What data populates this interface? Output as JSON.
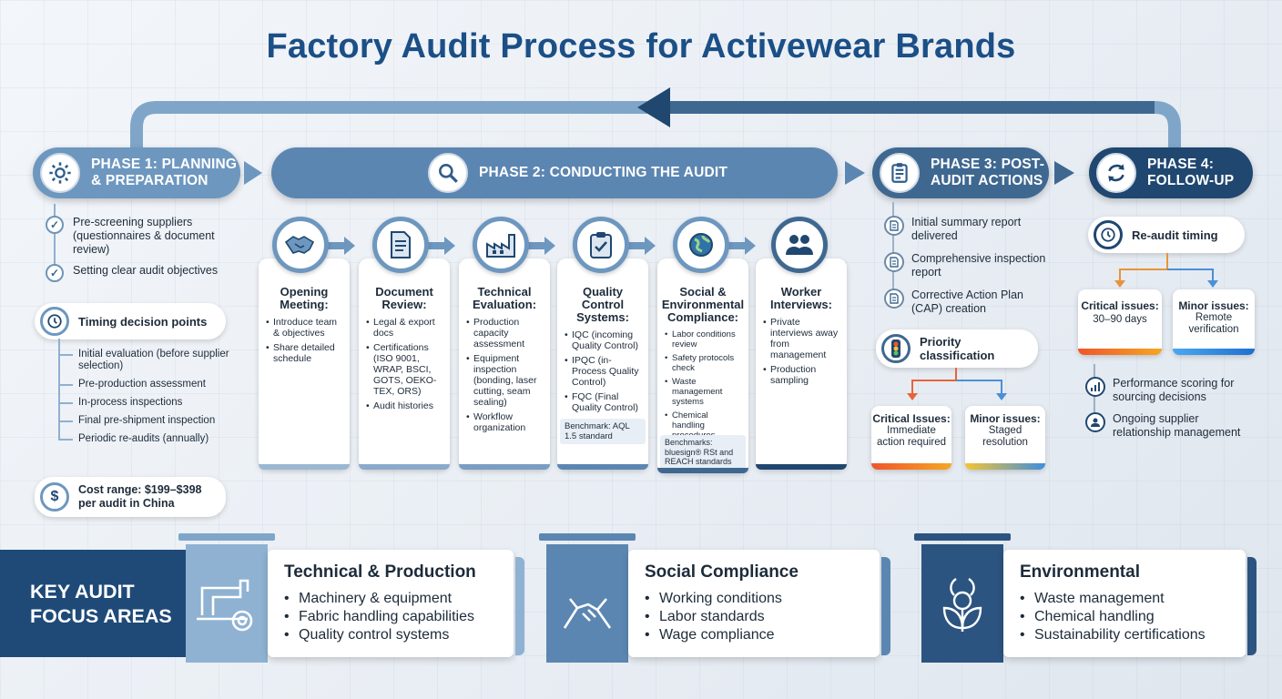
{
  "title": "Factory Audit Process for Activewear Brands",
  "phases": {
    "p1": "PHASE 1: PLANNING & PREPARATION",
    "p1_l1": "PHASE 1: PLANNING",
    "p1_l2": "& PREPARATION",
    "p2": "PHASE 2: CONDUCTING THE AUDIT",
    "p3_l1": "PHASE 3: POST-",
    "p3_l2": "AUDIT ACTIONS",
    "p4_l1": "PHASE 4:",
    "p4_l2": "FOLLOW-UP"
  },
  "phase1": {
    "checks": [
      "Pre-screening suppliers (questionnaires & document review)",
      "Setting clear audit objectives"
    ],
    "timing_title": "Timing decision points",
    "timing": [
      "Initial evaluation (before supplier selection)",
      "Pre-production assessment",
      "In-process inspections",
      "Final pre-shipment inspection",
      "Periodic re-audits (annually)"
    ],
    "cost": "Cost range: $199–$398 per audit in China"
  },
  "phase2": {
    "steps": [
      {
        "title": "Opening Meeting:",
        "items": [
          "Introduce team & objectives",
          "Share detailed schedule"
        ],
        "benchmark": ""
      },
      {
        "title": "Document Review:",
        "items": [
          "Legal & export docs",
          "Certifications (ISO 9001, WRAP, BSCI, GOTS, OEKO-TEX, ORS)",
          "Audit histories"
        ],
        "benchmark": ""
      },
      {
        "title": "Technical Evaluation:",
        "items": [
          "Production capacity assessment",
          "Equipment inspection (bonding, laser cutting, seam sealing)",
          "Workflow organization"
        ],
        "benchmark": ""
      },
      {
        "title": "Quality Control Systems:",
        "items": [
          "IQC (incoming Quality Control)",
          "IPQC (in-Process Quality Control)",
          "FQC (Final Quality Control)"
        ],
        "benchmark": "Benchmark: AQL 1.5 standard"
      },
      {
        "title": "Social & Environmental Compliance:",
        "items": [
          "Labor conditions review",
          "Safety protocols check",
          "Waste management systems",
          "Chemical handling procedures"
        ],
        "benchmark": "Benchmarks: bluesign® RSt and REACH standards"
      },
      {
        "title": "Worker Interviews:",
        "items": [
          "Private interviews away from management",
          "Production sampling"
        ],
        "benchmark": ""
      }
    ]
  },
  "phase3": {
    "reports": [
      "Initial summary report delivered",
      "Comprehensive inspection report",
      "Corrective Action Plan (CAP) creation"
    ],
    "priority": "Priority classification",
    "critical_t": "Critical Issues:",
    "critical_d": "Immediate action required",
    "minor_t": "Minor issues:",
    "minor_d": "Staged resolution"
  },
  "phase4": {
    "reaudit": "Re-audit timing",
    "critical_t": "Critical issues:",
    "critical_d": "30–90 days",
    "minor_t": "Minor issues:",
    "minor_d": "Remote verification",
    "items": [
      "Performance scoring for sourcing decisions",
      "Ongoing supplier relationship management"
    ]
  },
  "focus": {
    "label_l1": "KEY AUDIT",
    "label_l2": "FOCUS AREAS",
    "areas": [
      {
        "title": "Technical & Production",
        "items": [
          "Machinery & equipment",
          "Fabric handling capabilities",
          "Quality control systems"
        ]
      },
      {
        "title": "Social Compliance",
        "items": [
          "Working conditions",
          "Labor standards",
          "Wage compliance"
        ]
      },
      {
        "title": "Environmental",
        "items": [
          "Waste management",
          "Chemical handling",
          "Sustainability certifications"
        ]
      }
    ]
  },
  "icons": {
    "p1": "gear-icon",
    "p2": "magnifier-icon",
    "p3": "clipboard-icon",
    "p4": "refresh-icon",
    "steps": [
      "handshake-icon",
      "document-icon",
      "factory-icon",
      "clipboard-check-icon",
      "globe-icon",
      "people-icon"
    ],
    "focus": [
      "sewing-machine-icon",
      "handshake-icon",
      "leaf-icon"
    ]
  },
  "colors": {
    "primary": "#1b4f86",
    "dark": "#1f4a78",
    "accent": "#6d97bf",
    "critical": "#f0562a",
    "minor": "#3d8fe0"
  }
}
